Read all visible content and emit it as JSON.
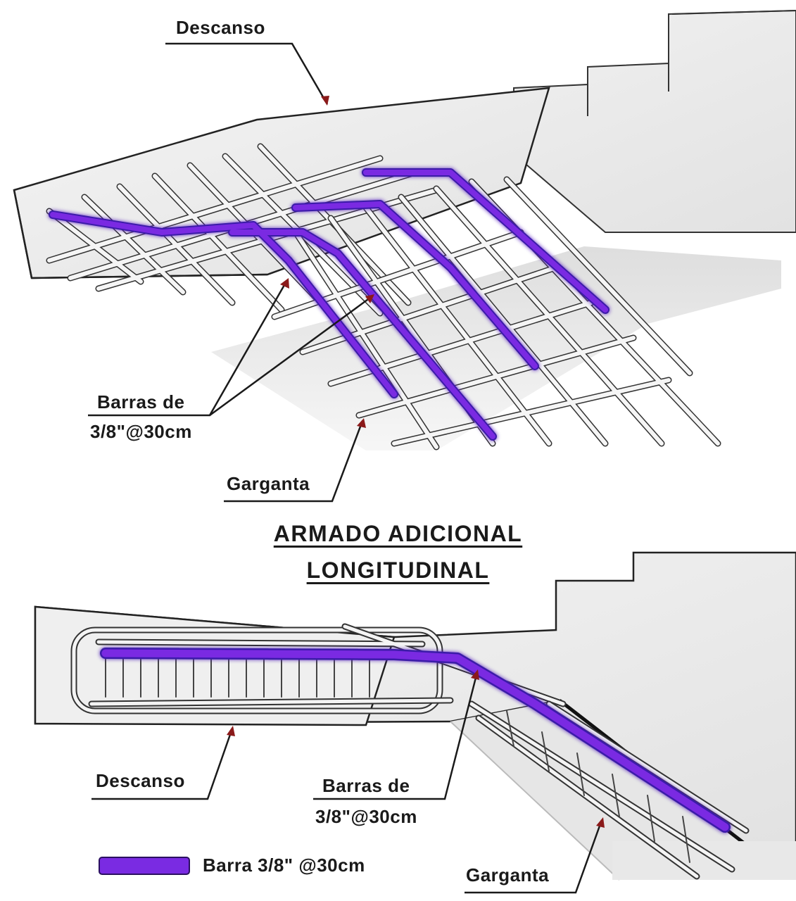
{
  "title": {
    "line1": "ARMADO ADICIONAL",
    "line2": "LONGITUDINAL"
  },
  "top_view": {
    "label_descanso": "Descanso",
    "label_barras_line1": "Barras de",
    "label_barras_line2": "3/8\"@30cm",
    "label_garganta": "Garganta"
  },
  "section_view": {
    "label_descanso": "Descanso",
    "label_barras_line1": "Barras de",
    "label_barras_line2": "3/8\"@30cm",
    "label_garganta": "Garganta"
  },
  "legend": {
    "label": "Barra 3/8\" @30cm",
    "color": "#7a2be2"
  },
  "colors": {
    "accent_bar": "#7a2be2",
    "accent_bar_dark": "#3b1aa8",
    "rebar": "#f3f3f3",
    "rebar_outline": "#3a3a3a",
    "concrete": "#ececec",
    "leader": "#8b1a1a"
  }
}
